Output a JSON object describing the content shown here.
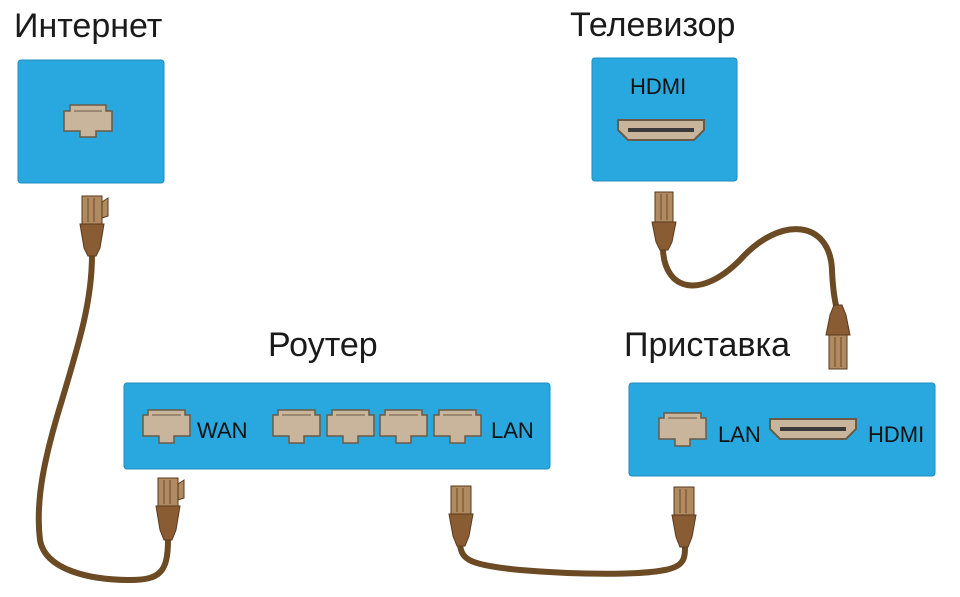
{
  "nodes": {
    "internet": {
      "title": "Интернет"
    },
    "tv": {
      "title": "Телевизор",
      "port_label": "HDMI"
    },
    "router": {
      "title": "Роутер",
      "wan_label": "WAN",
      "lan_label": "LAN"
    },
    "settop": {
      "title": "Приставка",
      "lan_label": "LAN",
      "hdmi_label": "HDMI"
    }
  },
  "colors": {
    "device": "#29a8e0",
    "cable": "#6b4a24",
    "port": "#c8b59b"
  }
}
